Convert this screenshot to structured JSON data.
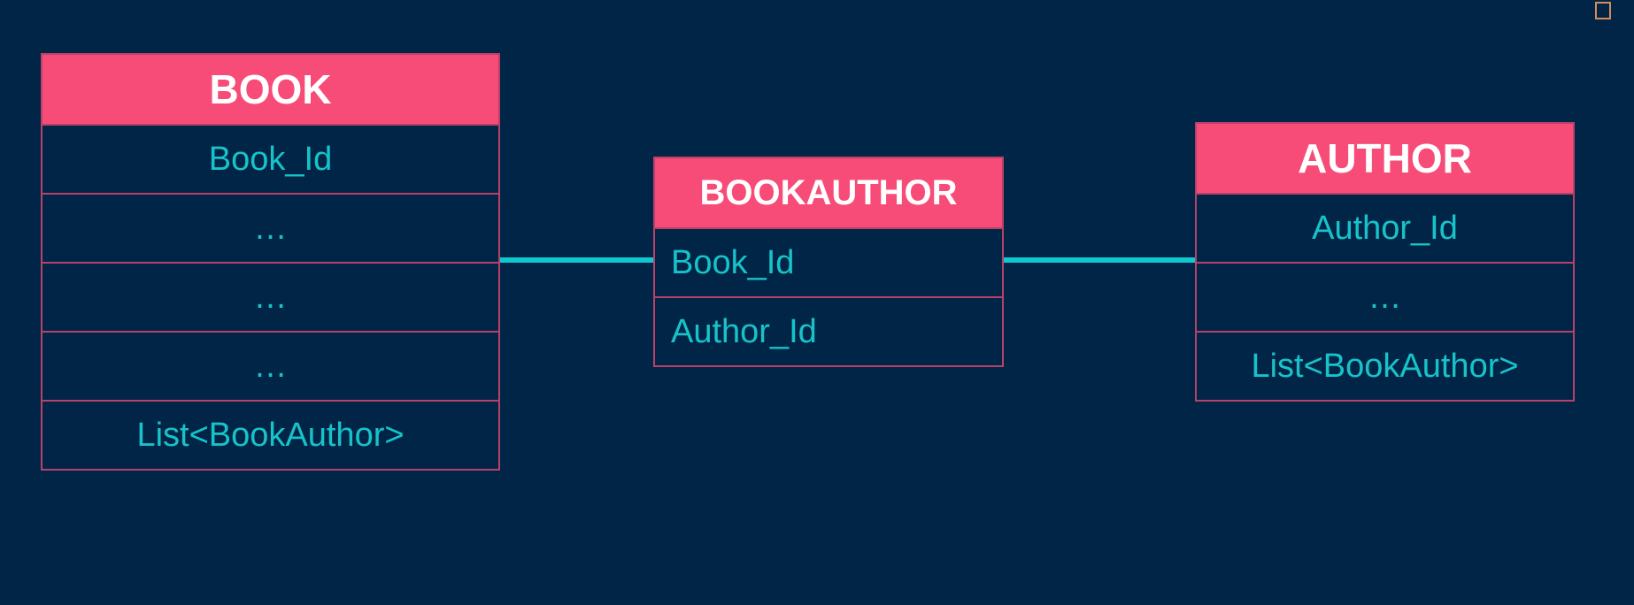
{
  "entities": {
    "book": {
      "title": "BOOK",
      "fields": [
        "Book_Id",
        "…",
        "…",
        "…",
        "List<BookAuthor>"
      ]
    },
    "bookauthor": {
      "title": "BOOKAUTHOR",
      "fields": [
        "Book_Id",
        "Author_Id"
      ]
    },
    "author": {
      "title": "AUTHOR",
      "fields": [
        "Author_Id",
        "…",
        "List<BookAuthor>"
      ]
    }
  },
  "colors": {
    "background": "#012547",
    "header": "#f74c77",
    "header_text": "#ffffff",
    "field_text": "#17c3c9",
    "border": "#b8416a",
    "connector": "#0fc8d0"
  }
}
